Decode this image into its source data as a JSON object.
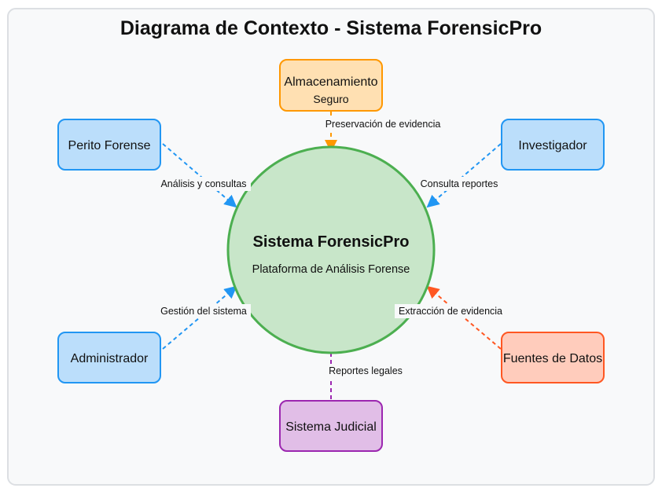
{
  "title": "Diagrama de Contexto - Sistema ForensicPro",
  "system": {
    "name": "Sistema ForensicPro",
    "subtitle": "Plataforma de Análisis Forense"
  },
  "entities": {
    "storage": {
      "line1": "Almacenamiento",
      "line2": "Seguro"
    },
    "perito": {
      "label": "Perito Forense"
    },
    "investigador": {
      "label": "Investigador"
    },
    "administrador": {
      "label": "Administrador"
    },
    "fuentes": {
      "label": "Fuentes de Datos"
    },
    "judicial": {
      "label": "Sistema Judicial"
    }
  },
  "flows": {
    "storage": "Preservación de evidencia",
    "perito": "Análisis y consultas",
    "investigador": "Consulta reportes",
    "administrador": "Gestión del sistema",
    "fuentes": "Extracción de evidencia",
    "judicial": "Reportes legales"
  },
  "colors": {
    "blue_stroke": "#2196f3",
    "blue_fill": "#bbdefb",
    "orange_stroke": "#ff9800",
    "orange_fill": "#ffe0b2",
    "red_stroke": "#ff5722",
    "red_fill": "#ffccbc",
    "purple_stroke": "#9c27b0",
    "purple_fill": "#e1bee7",
    "green_stroke": "#4caf50",
    "green_fill": "#c8e6c9"
  }
}
